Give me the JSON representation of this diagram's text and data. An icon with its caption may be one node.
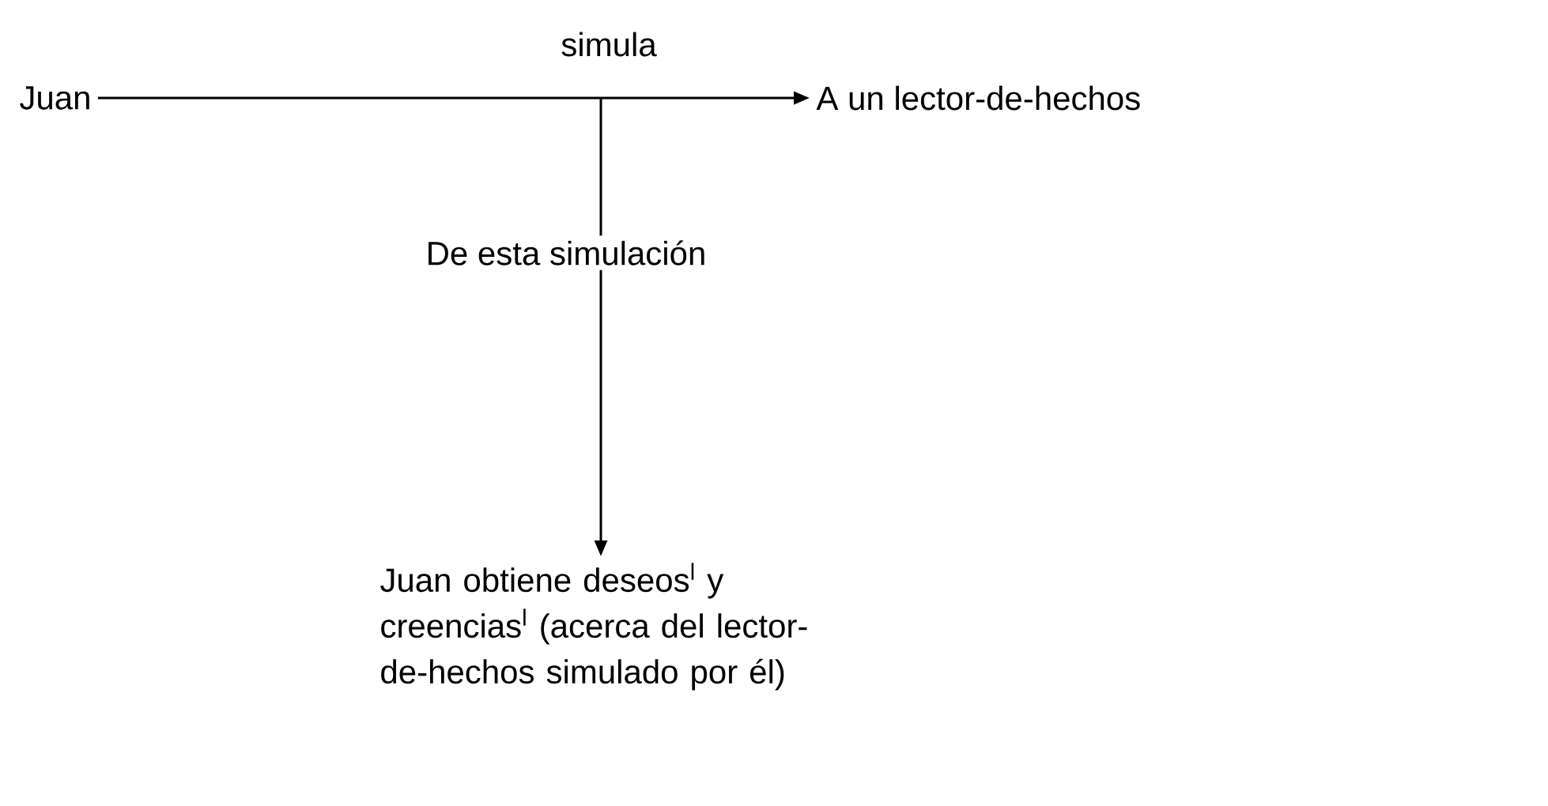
{
  "diagram": {
    "nodes": [
      {
        "text": [
          "Juan"
        ]
      },
      {
        "text": [
          "A un lector-de-hechos"
        ]
      },
      {
        "text": [
          "Juan obtiene deseos$^{l}$ y creencias$^{l}$ (acerca del lector-de-hechos simulado por él)"
        ]
      }
    ],
    "edges": [
      {
        "from": 0,
        "to": 1,
        "arrow": "to",
        "label": "simula"
      },
      {
        "from": null,
        "to": 2,
        "arrow": "to",
        "label": "De esta simulación"
      }
    ]
  }
}
